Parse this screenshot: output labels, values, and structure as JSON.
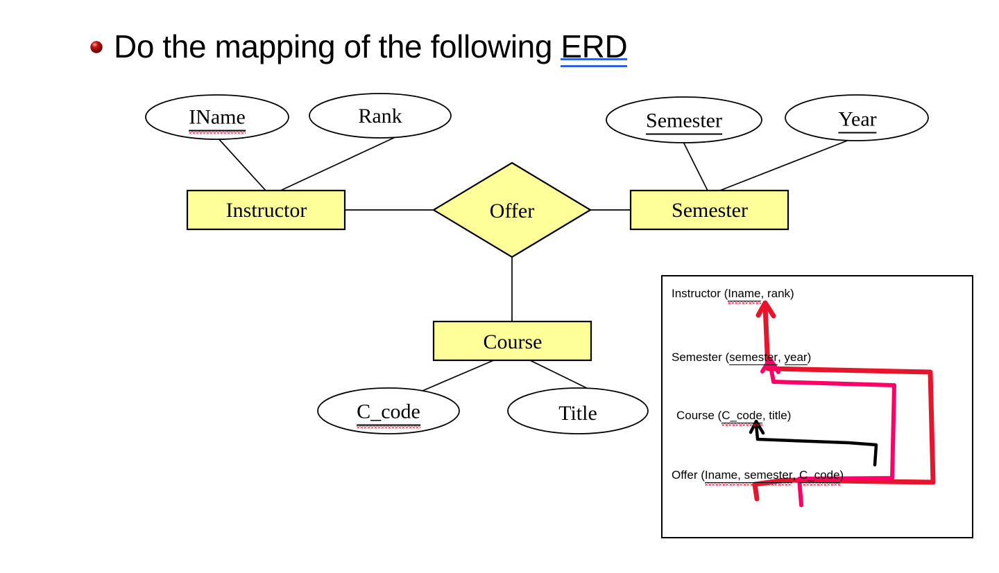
{
  "slide": {
    "title_prefix": "Do the mapping of the following ",
    "title_link": "ERD",
    "bullet_icon": "red-sphere-bullet-icon",
    "link_underline_color": "#2E64D8",
    "background_color": "#FFFFFF"
  },
  "erd": {
    "entity_fill": "#FFFF99",
    "entity_stroke": "#000000",
    "entities": [
      {
        "id": "instructor",
        "label": "Instructor",
        "shape": "rectangle"
      },
      {
        "id": "semester",
        "label": "Semester",
        "shape": "rectangle"
      },
      {
        "id": "course",
        "label": "Course",
        "shape": "rectangle"
      }
    ],
    "relationships": [
      {
        "id": "offer",
        "label": "Offer",
        "shape": "diamond",
        "connects": [
          "instructor",
          "semester",
          "course"
        ]
      }
    ],
    "attributes": [
      {
        "id": "iname",
        "label": "IName",
        "owner": "instructor",
        "is_key": true,
        "misspelled": true
      },
      {
        "id": "rank",
        "label": "Rank",
        "owner": "instructor",
        "is_key": false,
        "misspelled": false
      },
      {
        "id": "sem_attr",
        "label": "Semester",
        "owner": "semester",
        "is_key": true,
        "misspelled": false
      },
      {
        "id": "year",
        "label": "Year",
        "owner": "semester",
        "is_key": true,
        "misspelled": false
      },
      {
        "id": "c_code",
        "label": "C_code",
        "owner": "course",
        "is_key": true,
        "misspelled": true
      },
      {
        "id": "title",
        "label": "Title",
        "owner": "course",
        "is_key": false,
        "misspelled": false
      }
    ]
  },
  "mapping": {
    "box_border_color": "#000000",
    "relations": [
      {
        "id": "rel-instructor",
        "name": "Instructor",
        "open": " (",
        "close": ")",
        "parts": [
          {
            "text": "Iname",
            "key": true,
            "squiggly": true
          },
          {
            "text": ", ",
            "key": false,
            "squiggly": false
          },
          {
            "text": "rank",
            "key": false,
            "squiggly": false
          }
        ]
      },
      {
        "id": "rel-semester",
        "name": "Semester",
        "open": " (",
        "close": ")",
        "parts": [
          {
            "text": "semester",
            "key": true,
            "squiggly": false
          },
          {
            "text": ", ",
            "key": false,
            "squiggly": false
          },
          {
            "text": "year",
            "key": true,
            "squiggly": false
          }
        ]
      },
      {
        "id": "rel-course",
        "name": "Course",
        "open": " (",
        "close": ")",
        "parts": [
          {
            "text": "C_code",
            "key": true,
            "squiggly": true
          },
          {
            "text": ", ",
            "key": false,
            "squiggly": false
          },
          {
            "text": "title",
            "key": false,
            "squiggly": false
          }
        ]
      },
      {
        "id": "rel-offer",
        "name": "Offer",
        "open": " (",
        "close": ")",
        "parts": [
          {
            "text": "Iname, semester",
            "key": true,
            "squiggly": true
          },
          {
            "text": ", ",
            "key": false,
            "squiggly": false
          },
          {
            "text": "C_code",
            "key": true,
            "squiggly": true
          }
        ]
      }
    ],
    "foreign_key_arrows": [
      {
        "id": "fk-offer-iname-to-instructor",
        "from": "rel-offer.Iname",
        "to": "rel-instructor.Iname",
        "color": "#E6152B"
      },
      {
        "id": "fk-offer-semester-to-semester",
        "from": "rel-offer.semester",
        "to": "rel-semester.semester",
        "color": "#FF0066"
      },
      {
        "id": "fk-offer-ccode-to-course",
        "from": "rel-offer.C_code",
        "to": "rel-course.C_code",
        "color": "#000000"
      }
    ]
  }
}
